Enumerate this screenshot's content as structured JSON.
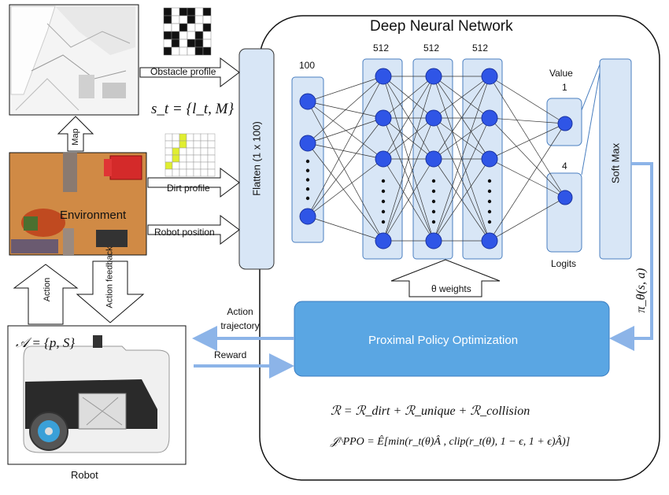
{
  "network": {
    "title": "Deep Neural Network",
    "layer_sizes": [
      "100",
      "512",
      "512",
      "512"
    ],
    "value_label": "Value",
    "value_size": "1",
    "logits_size": "4",
    "logits_label": "Logits",
    "softmax_label": "Soft Max",
    "flatten_label": "Flatten (1 x 100)",
    "weights_label": "θ weights",
    "policy_label": "π_θ(s, a)"
  },
  "inputs": {
    "obstacle_profile": "Obstacle profile",
    "state_equation": "s_t = {l_t, M}",
    "dirt_profile": "Dirt profile",
    "robot_position": "Robot position",
    "map_label": "Map",
    "environment_label": "Environment"
  },
  "robot": {
    "label": "Robot",
    "action_space": "𝒜 = {p, S}",
    "action_label": "Action",
    "action_feedback_label": "Action feedback"
  },
  "ppo": {
    "label": "Proximal Policy Optimization",
    "action_trajectory_label": "Action trajectory",
    "reward_label": "Reward"
  },
  "equations": {
    "reward": "ℛ = ℛ_dirt + ℛ_unique + ℛ_collision",
    "objective": "𝒥^PPO = Ê[min(r_t(θ)Â , clip(r_t(θ), 1 − ϵ, 1 + ϵ)Â)]"
  },
  "colors": {
    "node": "#2f55e6",
    "layer_fill": "#d8e6f6",
    "layer_stroke": "#4a7fc0",
    "ppo_fill": "#5aa6e3",
    "arrow_blue": "#8cb4e8"
  }
}
